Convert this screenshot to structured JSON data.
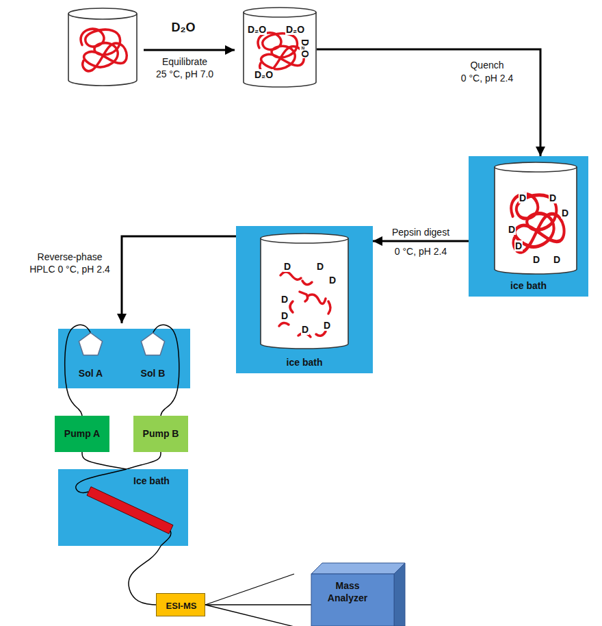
{
  "diagram": {
    "nodes": [
      {
        "text": [
          "D₂O",
          "D₂O",
          "D₂O",
          "D₂O"
        ]
      },
      {
        "text": [
          "ice bath"
        ]
      },
      {
        "text": [
          "D",
          "D",
          "D",
          "D",
          "D",
          "D",
          "D"
        ],
        "in": 1
      },
      {
        "text": [
          "ice bath"
        ]
      },
      {
        "text": [
          "D",
          "D",
          "D",
          "D",
          "D",
          "D",
          "D"
        ],
        "in": 3
      },
      {
        "text": [
          "Sol A"
        ]
      },
      {
        "text": [
          "Sol B"
        ]
      },
      {
        "text": [
          "Pump A"
        ]
      },
      {
        "text": [
          "Pump B"
        ]
      },
      {
        "text": [
          "Ice bath"
        ]
      },
      {
        "text": [
          "ESI-MS"
        ]
      },
      {
        "text": [
          "Mass Analyzer"
        ]
      }
    ],
    "edges": [
      {
        "from": 0,
        "to": 1,
        "arrow": "to",
        "label": "Quench"
      },
      {
        "from": 1,
        "to": 3,
        "arrow": "to",
        "label": "Pepsin digest"
      },
      {
        "from": 5,
        "to": 7,
        "arrow": "none"
      },
      {
        "from": 6,
        "to": 8,
        "arrow": "none"
      },
      {
        "from": 7,
        "to": 9,
        "arrow": "none"
      },
      {
        "from": 8,
        "to": 9,
        "arrow": "none"
      },
      {
        "from": 9,
        "to": 10,
        "arrow": "none"
      },
      {
        "from": 10,
        "to": 11,
        "arrow": "none"
      }
    ],
    "labels": [
      "D₂O",
      "Equilibrate",
      "25 °C, pH 7.0",
      "0 °C, pH 2.4",
      "0 °C, pH 2.4",
      "Reverse-phase HPLC 0 °C, pH 2.4"
    ]
  }
}
